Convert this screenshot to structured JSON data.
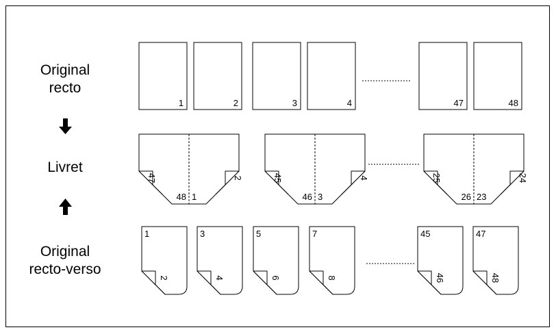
{
  "labels": {
    "original_recto_line1": "Original",
    "original_recto_line2": "recto",
    "booklet": "Livret",
    "original_recto_verso_line1": "Original",
    "original_recto_verso_line2": "recto-verso"
  },
  "arrows": {
    "top": "down-arrow-icon",
    "bottom": "up-arrow-icon"
  },
  "recto_pages": [
    "1",
    "2",
    "3",
    "4",
    "47",
    "48"
  ],
  "booklet_sheets": [
    {
      "fold_left": "47",
      "left": "48",
      "right": "1",
      "fold_right": "2"
    },
    {
      "fold_left": "45",
      "left": "46",
      "right": "3",
      "fold_right": "4"
    },
    {
      "fold_left": "25",
      "left": "26",
      "right": "23",
      "fold_right": "24"
    }
  ],
  "duplex_pages": [
    {
      "front": "1",
      "back": "2"
    },
    {
      "front": "3",
      "back": "4"
    },
    {
      "front": "5",
      "back": "6"
    },
    {
      "front": "7",
      "back": "8"
    },
    {
      "front": "45",
      "back": "46"
    },
    {
      "front": "47",
      "back": "48"
    }
  ]
}
